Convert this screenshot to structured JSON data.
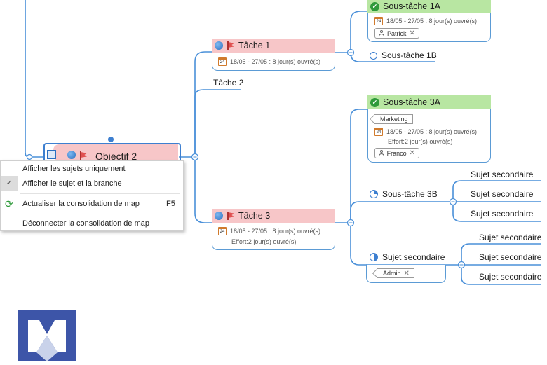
{
  "root": {
    "title": "Objectif 2"
  },
  "tasks": {
    "task1": {
      "title": "Tâche 1",
      "dates": "18/05 - 27/05 : 8 jour(s) ouvré(s)",
      "cal": "24"
    },
    "task2": {
      "title": "Tâche 2"
    },
    "task3": {
      "title": "Tâche 3",
      "dates": "18/05 - 27/05 : 8 jour(s) ouvré(s)",
      "effort": "Effort:2 jour(s) ouvré(s)",
      "cal": "24"
    }
  },
  "subtasks": {
    "s1a": {
      "title": "Sous-tâche 1A",
      "dates": "18/05 - 27/05 : 8 jour(s) ouvré(s)",
      "resource": "Patrick",
      "cal": "24"
    },
    "s1b": {
      "title": "Sous-tâche 1B"
    },
    "s3a": {
      "title": "Sous-tâche 3A",
      "tag": "Marketing",
      "dates": "18/05 - 27/05 : 8 jour(s) ouvré(s)",
      "effort": "Effort:2 jour(s) ouvré(s)",
      "resource": "Franco",
      "cal": "24"
    },
    "s3b": {
      "title": "Sous-tâche 3B",
      "children": [
        "Sujet secondaire",
        "Sujet secondaire",
        "Sujet secondaire"
      ]
    },
    "s3c": {
      "title": "Sujet secondaire",
      "tag": "Admin",
      "children": [
        "Sujet secondaire",
        "Sujet secondaire",
        "Sujet secondaire"
      ]
    }
  },
  "context_menu": {
    "items": [
      {
        "label": "Afficher les sujets uniquement",
        "shortcut": ""
      },
      {
        "label": "Afficher le sujet et la branche",
        "shortcut": "",
        "checked": true
      },
      {
        "label": "Actualiser la consolidation de map",
        "shortcut": "F5"
      },
      {
        "label": "Déconnecter la consolidation de map",
        "shortcut": ""
      }
    ]
  },
  "colors": {
    "line": "#4a90d9",
    "task_header": "#f7c6c8",
    "done_header": "#b8e6a2",
    "logo": "#3d55a8"
  },
  "icons": {
    "task": [
      "globe-icon",
      "flag-icon"
    ],
    "done": "check-circle-icon",
    "not_started": "empty-circle-icon",
    "quarter": "quarter-pie-icon",
    "half": "half-pie-icon",
    "calendar": "calendar-icon",
    "resource": "person-icon",
    "refresh": "refresh-icon"
  }
}
